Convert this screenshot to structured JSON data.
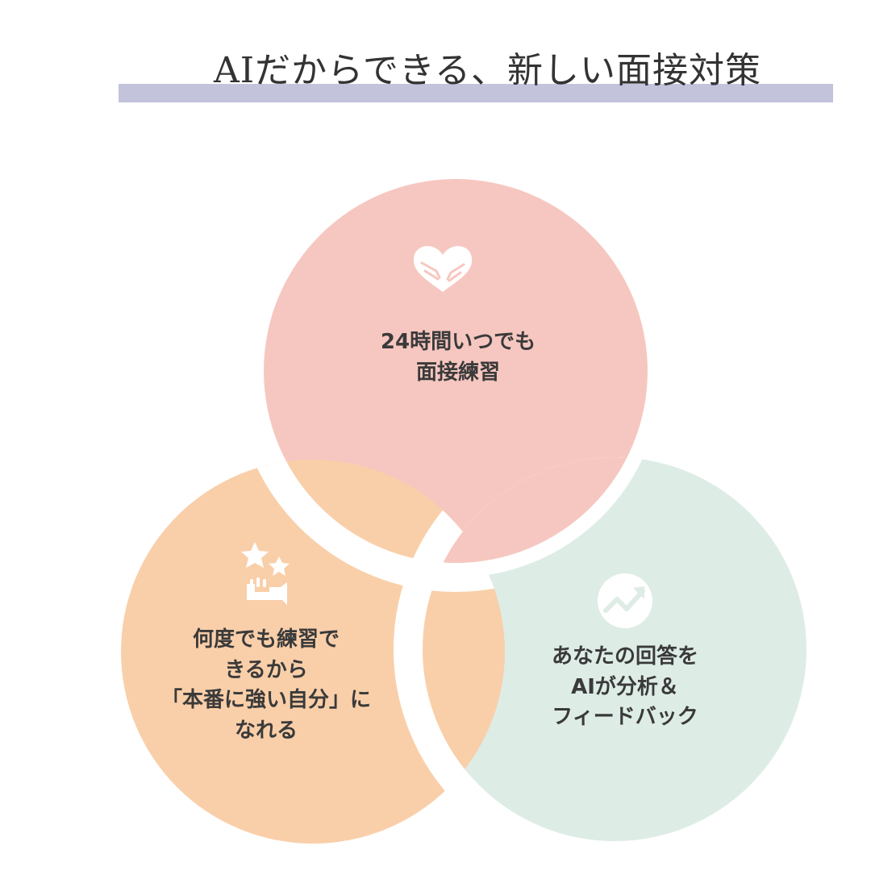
{
  "title": "AIだからできる、新しい面接対策",
  "colors": {
    "title_bar": "#c4c3dc",
    "top_circle": "#f6c7c0",
    "left_circle": "#f9cfa9",
    "right_circle": "#deece6",
    "text": "#3a3a3a"
  },
  "circles": [
    {
      "icon": "heart-hands-icon",
      "lines": [
        "24時間いつでも",
        "面接練習"
      ]
    },
    {
      "icon": "stars-hand-icon",
      "lines": [
        "何度でも練習で",
        "きるから",
        "「本番に強い自分」に",
        "なれる"
      ]
    },
    {
      "icon": "growth-chart-icon",
      "lines": [
        "あなたの回答を",
        "AIが分析＆",
        "フィードバック"
      ]
    }
  ]
}
